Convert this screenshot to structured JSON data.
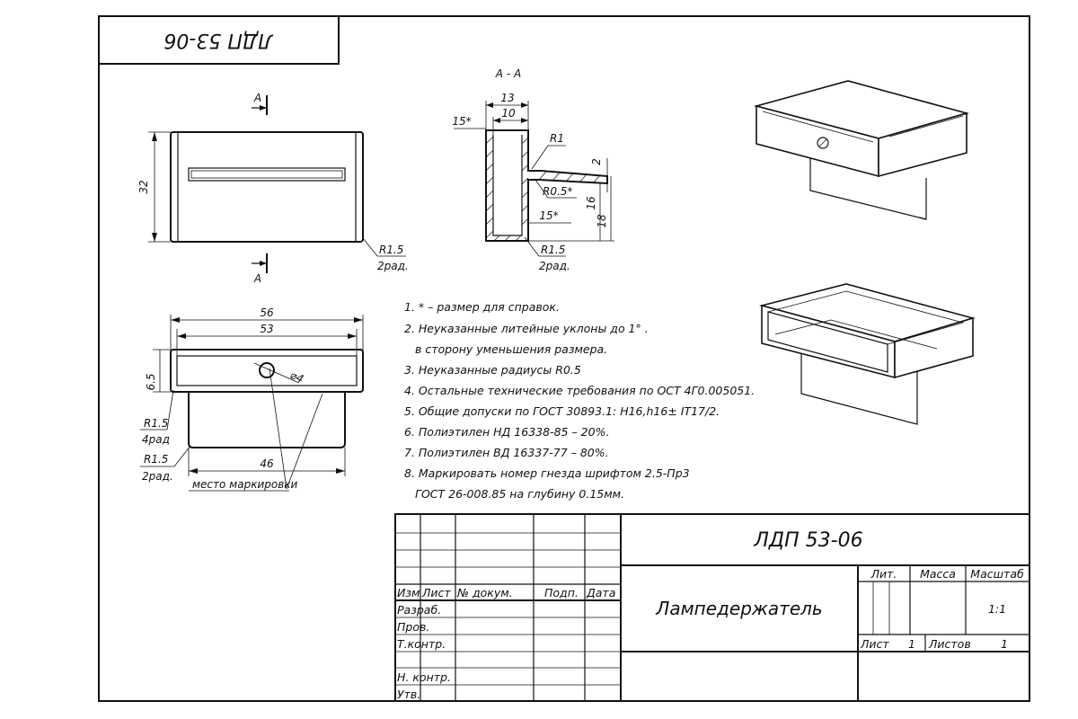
{
  "corner_label": "ЛДП 53-06",
  "section_label": "А - А",
  "cut_mark": "А",
  "view_front": {
    "height_dim": "32",
    "radius": "R1.5",
    "radius_note": "2рад."
  },
  "view_section": {
    "dims": [
      "13",
      "10",
      "15*",
      "R1",
      "2",
      "R0.5*",
      "16",
      "18",
      "15*",
      "R1.5"
    ],
    "radius_note": "2рад."
  },
  "view_top": {
    "dim_outer": "56",
    "dim_inner": "53",
    "dim_left": "6.5",
    "hole": "⌀4",
    "r_a": "R1.5",
    "r_a_note": "4рад",
    "r_b": "R1.5",
    "r_b_note": "2рад.",
    "dim_bottom": "46",
    "marking_place": "место маркировки"
  },
  "notes": [
    "1. * – размер для справок.",
    "2. Неуказанные литейные уклоны до 1° .",
    "в сторону уменьшения размера.",
    "3. Неуказанные радиусы R0.5",
    "4. Остальные технические требования по ОСТ 4Г0.005051.",
    "5. Общие допуски по ГОСТ 30893.1: H16,h16± IT17/2.",
    "6. Полиэтилен НД 16338-85 – 20%.",
    "7. Полиэтилен ВД 16337-77 – 80%.",
    "8. Маркировать номер гнезда шрифтом 2.5-Пр3",
    "ГОСТ 26-008.85 на глубину 0.15мм."
  ],
  "title_block": {
    "doc_code": "ЛДП 53-06",
    "part_name": "Лампедержатель",
    "col_headers": [
      "Изм",
      "Лист",
      "№ докум.",
      "Подп.",
      "Дата"
    ],
    "rows": [
      "Разраб.",
      "Пров.",
      "Т.контр.",
      "Н. контр.",
      "Утв."
    ],
    "lit_label": "Лит.",
    "mass_label": "Масса",
    "scale_label": "Масштаб",
    "scale_value": "1:1",
    "sheet_label": "Лист",
    "sheet_value": "1",
    "sheets_label": "Листов",
    "sheets_value": "1"
  }
}
